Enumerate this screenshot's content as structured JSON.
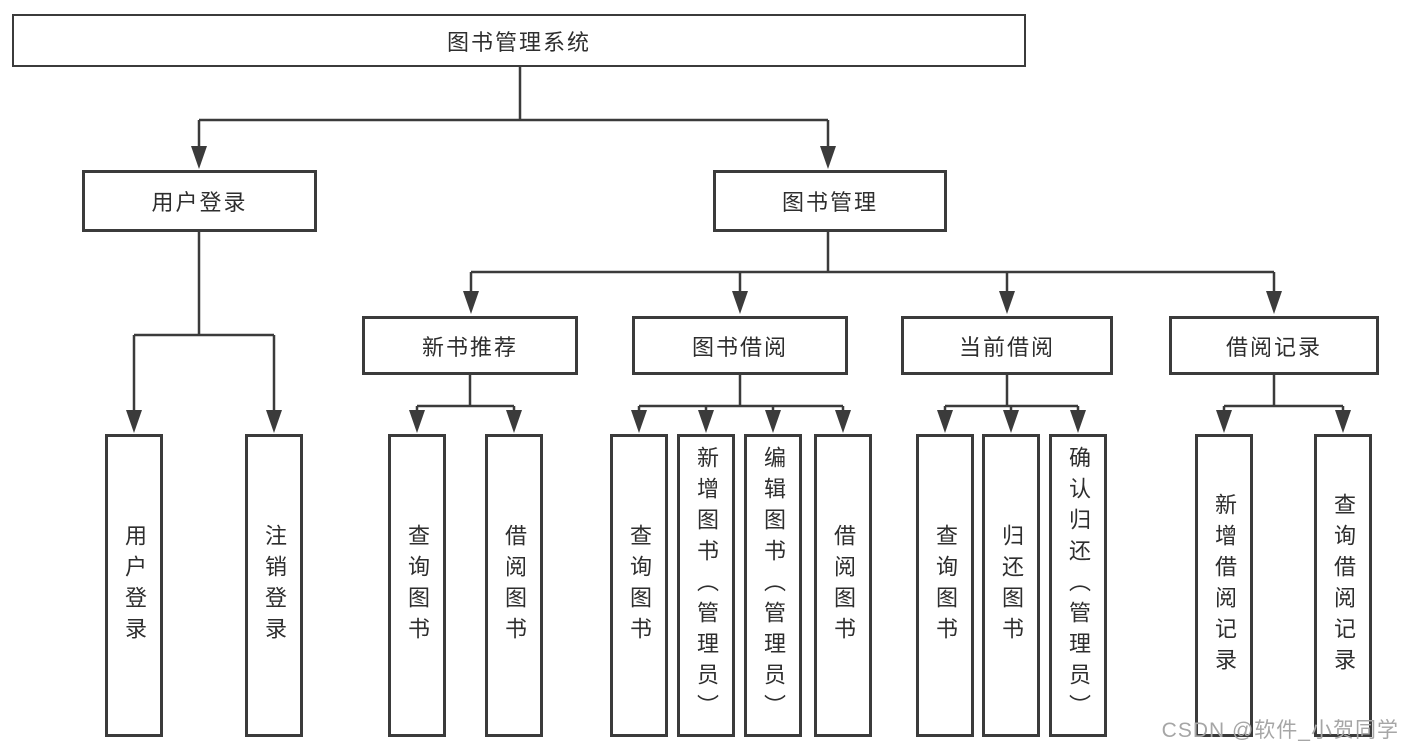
{
  "colors": {
    "background": "#ffffff",
    "line": "#3b3b3b",
    "box_border": "#3b3b3b",
    "text": "#2e2e2e",
    "watermark": "#a6a6a6"
  },
  "tree": {
    "root": "图书管理系统",
    "branches": [
      {
        "label": "用户登录",
        "children": [
          {
            "label": "用户登录"
          },
          {
            "label": "注销登录"
          }
        ]
      },
      {
        "label": "图书管理",
        "children": [
          {
            "label": "新书推荐",
            "children": [
              {
                "label": "查询图书"
              },
              {
                "label": "借阅图书"
              }
            ]
          },
          {
            "label": "图书借阅",
            "children": [
              {
                "label": "查询图书"
              },
              {
                "label": "新增图书（管理员）"
              },
              {
                "label": "编辑图书（管理员）"
              },
              {
                "label": "借阅图书"
              }
            ]
          },
          {
            "label": "当前借阅",
            "children": [
              {
                "label": "查询图书"
              },
              {
                "label": "归还图书"
              },
              {
                "label": "确认归还（管理员）"
              }
            ]
          },
          {
            "label": "借阅记录",
            "children": [
              {
                "label": "新增借阅记录"
              },
              {
                "label": "查询借阅记录"
              }
            ]
          }
        ]
      }
    ]
  },
  "watermark": "CSDN @软件_小贺同学"
}
